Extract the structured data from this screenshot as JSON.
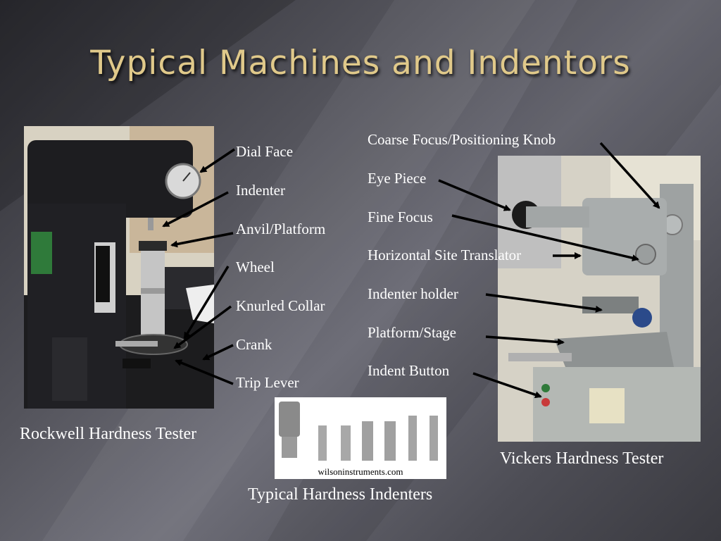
{
  "slide": {
    "title": "Typical Machines and Indentors"
  },
  "rockwell": {
    "caption": "Rockwell Hardness Tester",
    "labels": [
      "Dial Face",
      "Indenter",
      "Anvil/Platform",
      "Wheel",
      "Knurled Collar",
      "Crank",
      "Trip Lever"
    ]
  },
  "vickers": {
    "caption": "Vickers Hardness Tester",
    "labels": [
      "Coarse Focus/Positioning Knob",
      "Eye Piece",
      "Fine Focus",
      "Horizontal Site Translator",
      "Indenter holder",
      "Platform/Stage",
      "Indent Button"
    ]
  },
  "indenters": {
    "caption": "Typical Hardness Indenters",
    "watermark": "wilsoninstruments.com"
  }
}
